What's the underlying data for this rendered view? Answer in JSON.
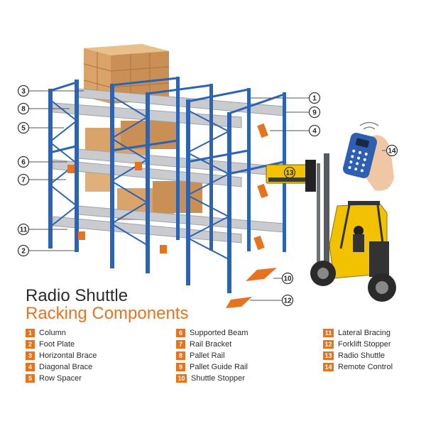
{
  "title_line1": "Radio Shuttle",
  "title_line2": "Racking Components",
  "colors": {
    "accent": "#e8731f",
    "rack_blue": "#2b64b4",
    "forklift_yellow": "#f2c200",
    "text": "#2b2b2b"
  },
  "callouts": [
    "1",
    "2",
    "3",
    "4",
    "5",
    "6",
    "7",
    "8",
    "9",
    "10",
    "11",
    "12",
    "13",
    "14"
  ],
  "components": [
    {
      "num": "1",
      "label": "Column"
    },
    {
      "num": "2",
      "label": "Foot Plate"
    },
    {
      "num": "3",
      "label": "Horizontal Brace"
    },
    {
      "num": "4",
      "label": "Diagonal Brace"
    },
    {
      "num": "5",
      "label": "Row Spacer"
    },
    {
      "num": "6",
      "label": "Supported Beam"
    },
    {
      "num": "7",
      "label": "Rail Bracket"
    },
    {
      "num": "8",
      "label": "Pallet Rail"
    },
    {
      "num": "9",
      "label": "Pallet Guide Rail"
    },
    {
      "num": "10",
      "label": "Shuttle Stopper"
    },
    {
      "num": "11",
      "label": "Lateral Bracing"
    },
    {
      "num": "12",
      "label": "Forklift Stopper"
    },
    {
      "num": "13",
      "label": "Radio Shuttle"
    },
    {
      "num": "14",
      "label": "Remote Control"
    }
  ]
}
